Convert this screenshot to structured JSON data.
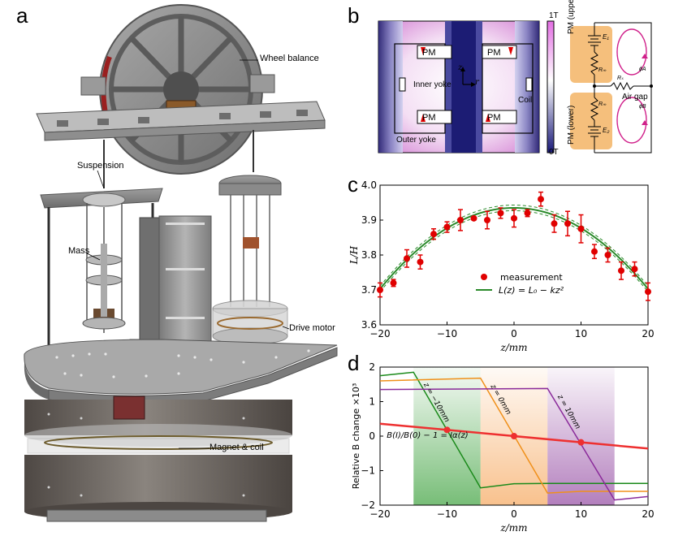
{
  "panels": {
    "a": "a",
    "b": "b",
    "c": "c",
    "d": "d"
  },
  "panel_a": {
    "labels": {
      "wheel_balance": "Wheel balance",
      "suspension": "Suspension",
      "mass": "Mass",
      "drive_motor": "Drive motor",
      "magnet_coil": "Magnet & coil"
    }
  },
  "panel_b": {
    "pm": "PM",
    "inner_yoke": "Inner yoke",
    "outer_yoke": "Outer yoke",
    "coil": "Coil",
    "axis_z": "z",
    "axis_r": "r",
    "colorbar_top": "1T",
    "colorbar_bottom": "0T",
    "circuit": {
      "pm_upper": "PM (upper)",
      "pm_lower": "PM (lower)",
      "e1": "E₁",
      "e2": "E₂",
      "rm_upper": "Rₘ",
      "rm_lower": "Rₘ",
      "rs": "Rₛ",
      "air_gap": "Air gap",
      "phi_a": "ϕA",
      "phi_b": "ϕB"
    }
  },
  "chart_data": [
    {
      "type": "scatter",
      "panel": "c",
      "xlabel": "z/mm",
      "ylabel": "L/H",
      "xlim": [
        -20,
        20
      ],
      "ylim": [
        3.6,
        4.0
      ],
      "xticks": [
        -20,
        -10,
        0,
        10,
        20
      ],
      "yticks": [
        3.6,
        3.7,
        3.8,
        3.9,
        4.0
      ],
      "series": [
        {
          "name": "measurement",
          "color": "#e00000",
          "x": [
            -20,
            -18,
            -16,
            -14,
            -12,
            -10,
            -8,
            -6,
            -4,
            -2,
            0,
            2,
            4,
            6,
            8,
            10,
            12,
            14,
            16,
            18,
            20
          ],
          "y": [
            3.7,
            3.72,
            3.79,
            3.78,
            3.86,
            3.88,
            3.9,
            3.905,
            3.9,
            3.92,
            3.905,
            3.92,
            3.96,
            3.89,
            3.89,
            3.875,
            3.81,
            3.8,
            3.755,
            3.76,
            3.695
          ],
          "err": [
            0.02,
            0.01,
            0.025,
            0.02,
            0.015,
            0.015,
            0.03,
            0.005,
            0.025,
            0.015,
            0.025,
            0.01,
            0.02,
            0.025,
            0.035,
            0.04,
            0.02,
            0.02,
            0.025,
            0.02,
            0.025
          ]
        },
        {
          "name": "L(z) = L₀ − kz²",
          "color": "#2a8a2a",
          "type": "line",
          "L0": 3.935,
          "k": 0.00058
        }
      ],
      "legend": "center"
    },
    {
      "type": "line",
      "panel": "d",
      "xlabel": "z/mm",
      "ylabel": "Relative B change ×10³",
      "xlim": [
        -20,
        20
      ],
      "ylim": [
        -2,
        2
      ],
      "xticks": [
        -20,
        -10,
        0,
        10,
        20
      ],
      "yticks": [
        -2,
        -1,
        0,
        1,
        2
      ],
      "bands": [
        {
          "x0": -15,
          "x1": -5,
          "color": "#2e9a2e"
        },
        {
          "x0": -5,
          "x1": 5,
          "color": "#f5a050"
        },
        {
          "x0": 5,
          "x1": 15,
          "color": "#8a3a9a"
        }
      ],
      "series": [
        {
          "name": "z = −10mm",
          "color": "#1a8a1a",
          "x": [
            -20,
            -15,
            -5,
            0,
            5,
            20
          ],
          "y": [
            1.75,
            1.85,
            -1.5,
            -1.38,
            -1.37,
            -1.37
          ]
        },
        {
          "name": "z = 0mm",
          "color": "#f0901a",
          "x": [
            -20,
            -5,
            5,
            10,
            20
          ],
          "y": [
            1.6,
            1.68,
            -1.65,
            -1.6,
            -1.6
          ]
        },
        {
          "name": "z = 10mm",
          "color": "#8a2a9a",
          "x": [
            -20,
            5,
            15,
            20
          ],
          "y": [
            1.35,
            1.38,
            -1.85,
            -1.75
          ]
        },
        {
          "name": "",
          "color": "#ee3030",
          "x": [
            -20,
            20
          ],
          "y": [
            0.36,
            -0.36
          ]
        }
      ],
      "markers": {
        "color": "#ee3030",
        "x": [
          -10,
          0,
          10
        ],
        "y": [
          0.18,
          0,
          -0.18
        ]
      },
      "annotation": "B(I)/B(0) − 1 = Iα(z)"
    }
  ]
}
